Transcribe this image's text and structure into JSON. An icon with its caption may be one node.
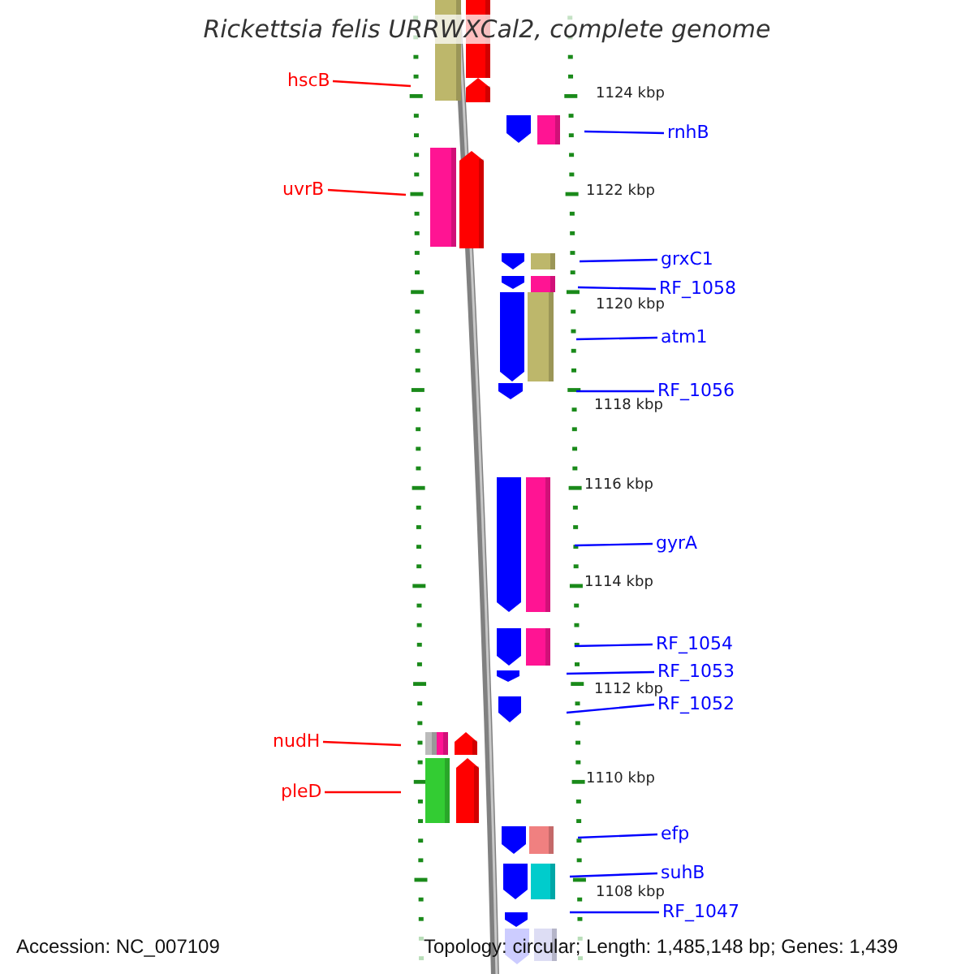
{
  "diagram": {
    "title": "Rickettsia felis URRWXCal2, complete genome",
    "nodes": [
      {
        "text": [
          "hscB"
        ]
      },
      {
        "text": [
          "rnhB"
        ]
      },
      {
        "text": [
          "uvrB"
        ]
      },
      {
        "text": [
          "grxC1"
        ]
      },
      {
        "text": [
          "RF_1058"
        ]
      },
      {
        "text": [
          "atm1"
        ]
      },
      {
        "text": [
          "RF_1056"
        ]
      },
      {
        "text": [
          "gyrA"
        ]
      },
      {
        "text": [
          "RF_1054"
        ]
      },
      {
        "text": [
          "RF_1053"
        ]
      },
      {
        "text": [
          "RF_1052"
        ]
      },
      {
        "text": [
          "nudH"
        ]
      },
      {
        "text": [
          "pleD"
        ]
      },
      {
        "text": [
          "efp"
        ]
      },
      {
        "text": [
          "suhB"
        ]
      },
      {
        "text": [
          "RF_1047"
        ]
      }
    ],
    "edges": [
      {
        "from": 0,
        "to": null,
        "arrow": "none",
        "color": "#ff0000"
      },
      {
        "from": 1,
        "to": null,
        "arrow": "none"
      },
      {
        "from": 2,
        "to": null,
        "arrow": "none",
        "color": "#ff0000"
      },
      {
        "from": 3,
        "to": null,
        "arrow": "none"
      },
      {
        "from": 4,
        "to": null,
        "arrow": "none"
      },
      {
        "from": 5,
        "to": null,
        "arrow": "none"
      },
      {
        "from": 6,
        "to": null,
        "arrow": "none"
      },
      {
        "from": 7,
        "to": null,
        "arrow": "none"
      },
      {
        "from": 8,
        "to": null,
        "arrow": "none"
      },
      {
        "from": 9,
        "to": null,
        "arrow": "none"
      },
      {
        "from": 10,
        "to": null,
        "arrow": "none"
      },
      {
        "from": 11,
        "to": null,
        "arrow": "none",
        "color": "#ff0000"
      },
      {
        "from": 12,
        "to": null,
        "arrow": "none",
        "color": "#ff0000"
      },
      {
        "from": 13,
        "to": null,
        "arrow": "none"
      },
      {
        "from": 14,
        "to": null,
        "arrow": "none"
      },
      {
        "from": 15,
        "to": null,
        "arrow": "none"
      }
    ],
    "labels": [
      "1124 kbp",
      "1122 kbp",
      "1120 kbp",
      "1118 kbp",
      "1116 kbp",
      "1114 kbp",
      "1112 kbp",
      "1110 kbp",
      "1108 kbp",
      "Accession: NC_007109",
      "Topology: circular; Length: 1,485,148 bp; Genes: 1,439"
    ]
  }
}
